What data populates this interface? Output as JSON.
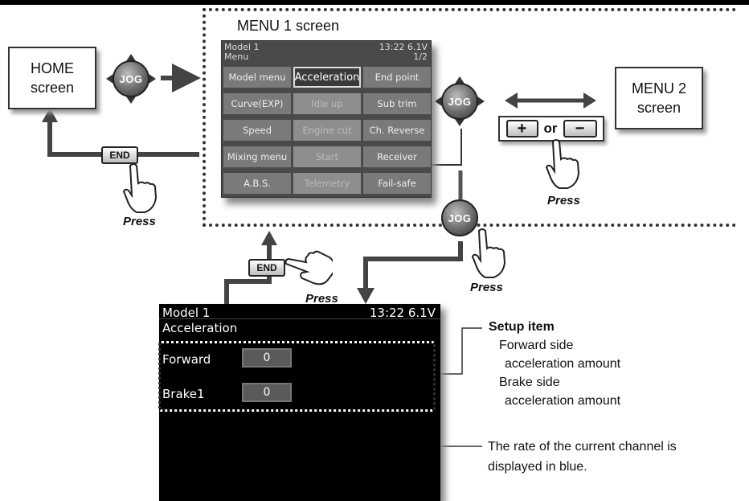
{
  "home_box": {
    "label": "HOME\nscreen"
  },
  "menu2_box": {
    "label": "MENU 2\nscreen"
  },
  "menu1": {
    "title": "MENU 1 screen",
    "model": "Model 1",
    "status": "13:22 6.1V",
    "menu_label": "Menu",
    "page": "1/2",
    "items": [
      "Model menu",
      "Acceleration",
      "End point",
      "Curve(EXP)",
      "Idle up",
      "Sub trim",
      "Speed",
      "Engine cut",
      "Ch. Reverse",
      "Mixing menu",
      "Start",
      "Receiver",
      "A.B.S.",
      "Telemetry",
      "Fail-safe"
    ],
    "selected_index": 1
  },
  "controls": {
    "jog": "JOG",
    "end": "END",
    "plus": "+",
    "or": "or",
    "minus": "−",
    "press": "Press"
  },
  "accel_screen": {
    "model": "Model 1",
    "status": "13:22 6.1V",
    "title": "Acceleration",
    "rows": [
      {
        "label": "Forward",
        "value": "0"
      },
      {
        "label": "Brake1",
        "value": "0"
      }
    ]
  },
  "annotations": {
    "setup_title": "Setup item",
    "setup_lines": [
      "Forward side",
      "acceleration amount",
      "Brake side",
      "acceleration amount"
    ],
    "rate_lines": [
      "The rate of the current channel is",
      "displayed in blue."
    ]
  }
}
